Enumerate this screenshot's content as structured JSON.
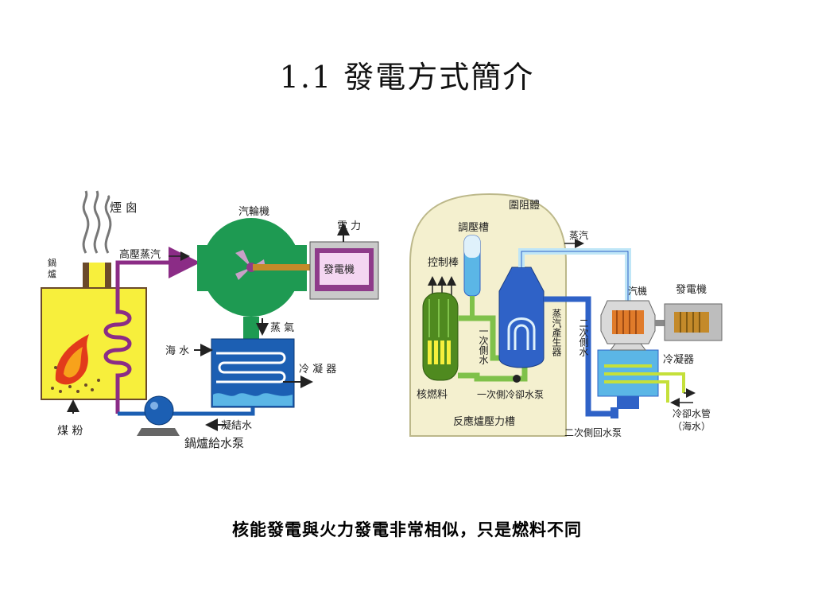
{
  "slide": {
    "title": "1.1  發電方式簡介",
    "caption": "核能發電與火力發電非常相似，只是燃料不同"
  },
  "thermal": {
    "chimney": "煙 囪",
    "boiler": "鍋爐",
    "high_pressure_steam": "高壓蒸汽",
    "turbine": "汽輪機",
    "power": "電 力",
    "generator": "發電機",
    "steam": "蒸 氣",
    "sea_water": "海 水",
    "condenser": "冷 凝 器",
    "condensate": "凝結水",
    "coal_powder": "煤 粉",
    "feed_pump": "鍋爐給水泵"
  },
  "nuclear": {
    "containment": "圍阻體",
    "pressurizer": "調壓槽",
    "control_rod": "控制棒",
    "steam": "蒸汽",
    "primary_water": "一次側水",
    "steam_generator": "蒸汽產生器",
    "secondary_water": "二次側水",
    "turbine": "汽機",
    "generator": "發電機",
    "fuel": "核燃料",
    "primary_pump": "一次側冷卻水泵",
    "condenser": "冷凝器",
    "cooling_pipe": "冷卻水管",
    "sea_water": "（海水）",
    "reactor_vessel": "反應爐壓力槽",
    "secondary_pump": "二次側回水泵"
  },
  "colors": {
    "boiler_yellow": "#f7ef3c",
    "turbine_green": "#1e9a52",
    "generator_purple": "#8e3b8a",
    "condenser_blue": "#1c5fb3",
    "steam_pipe_purple": "#8b2c86",
    "containment_cream": "#f4f0cf",
    "reactor_green": "#4f8a1f",
    "loop_blue": "#5bb6e6",
    "steam_gen_blue": "#2f62c7"
  }
}
